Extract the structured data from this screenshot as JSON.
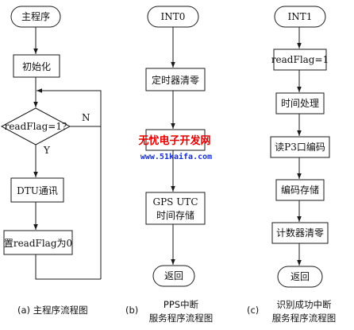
{
  "diagram_a": {
    "start": "主程序",
    "init": "初始化",
    "decision": "readFlag=1?",
    "no_label": "N",
    "yes_label": "Y",
    "step_dtu": "DTU通讯",
    "step_reset": "置readFlag为0",
    "caption": "(a) 主程序流程图"
  },
  "diagram_b": {
    "start": "INT0",
    "step_timer_clear": "定时器清零",
    "step_gps_line1": "GPS  UTC",
    "step_gps_line2": "时间存储",
    "end": "返回",
    "caption_label": "(b)",
    "caption_line1": "PPS中断",
    "caption_line2": "服务程序流程图"
  },
  "diagram_c": {
    "start": "INT1",
    "step_flag": "readFlag=1",
    "step_time": "时间处理",
    "step_read": "读P3口编码",
    "step_store": "编码存储",
    "step_counter": "计数器清零",
    "end": "返回",
    "caption_label": "(c)",
    "caption_line1": "识别成功中断",
    "caption_line2": "服务程序流程图"
  },
  "watermark": {
    "text_cn": "无忧电子开发网",
    "text_url": "www.51kaifa.com"
  },
  "colors": {
    "stroke": "#1a1a1a",
    "watermark_red": "#e00000",
    "watermark_blue": "#1a2fd0"
  }
}
